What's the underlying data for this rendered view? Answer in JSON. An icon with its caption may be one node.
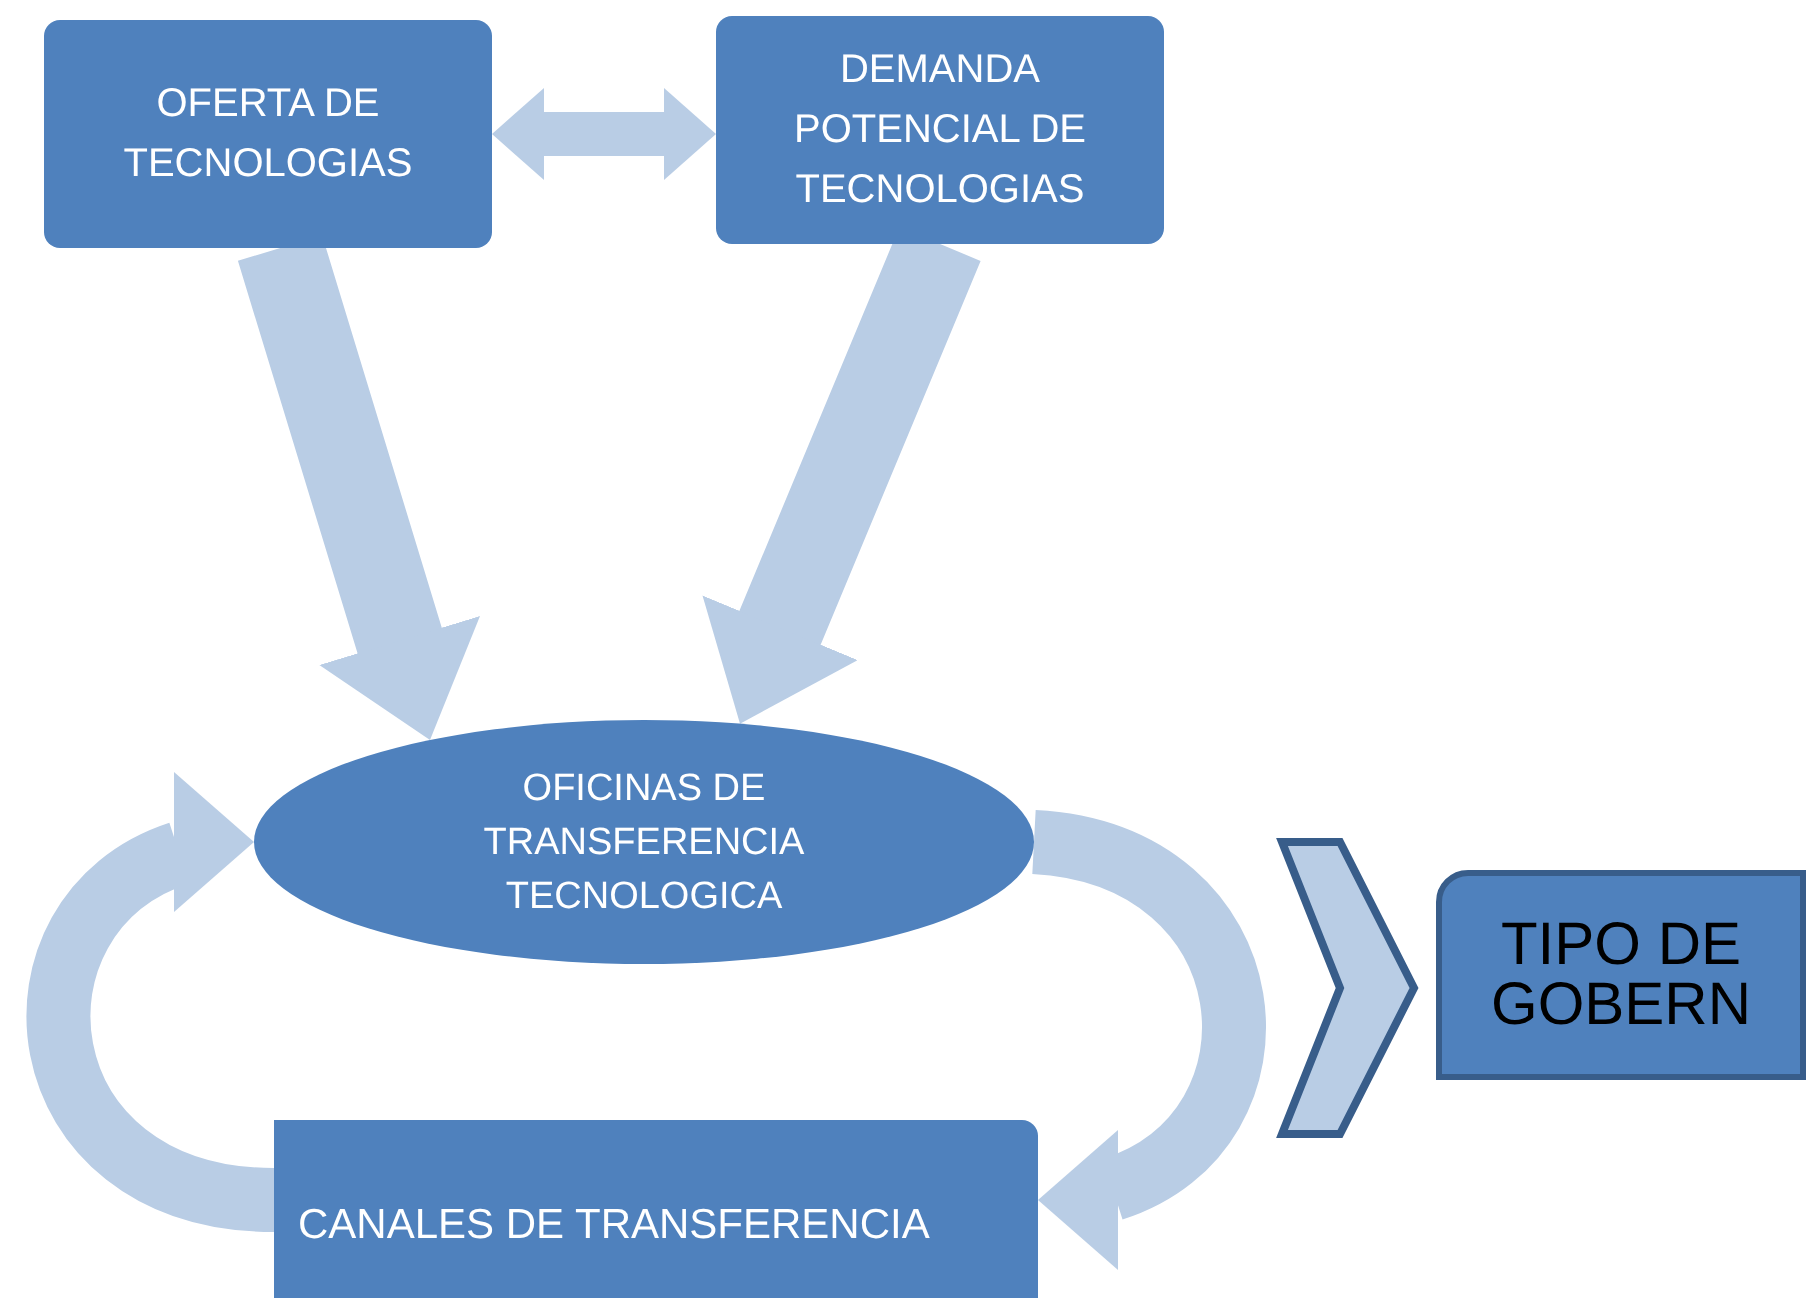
{
  "diagram": {
    "nodes": [
      {
        "text": [
          "OFERTA DE TECNOLOGIAS"
        ]
      },
      {
        "text": [
          "DEMANDA POTENCIAL DE TECNOLOGIAS"
        ]
      },
      {
        "text": [
          "OFICINAS DE TRANSFERENCIA TECNOLOGICA"
        ]
      },
      {
        "text": [
          "CANALES DE TRANSFERENCIA"
        ]
      },
      {
        "text": [],
        "shape": "chevron"
      },
      {
        "text": [
          "TIPO DE GOBERN"
        ]
      }
    ],
    "edges": [
      {
        "from": 0,
        "to": 1,
        "arrow": "both"
      },
      {
        "from": 0,
        "to": 2,
        "arrow": "to"
      },
      {
        "from": 1,
        "to": 2,
        "arrow": "to"
      },
      {
        "from": 2,
        "to": 3,
        "arrow": "to"
      },
      {
        "from": 3,
        "to": 2,
        "arrow": "to"
      }
    ]
  }
}
